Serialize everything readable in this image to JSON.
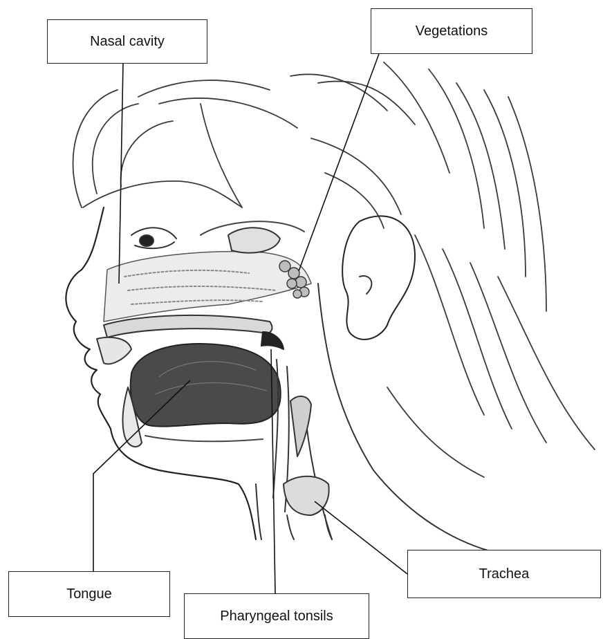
{
  "labels": {
    "nasal_cavity": "Nasal cavity",
    "vegetations": "Vegetations",
    "tongue": "Tongue",
    "pharyngeal_tonsils": "Pharyngeal tonsils",
    "trachea": "Trachea"
  }
}
